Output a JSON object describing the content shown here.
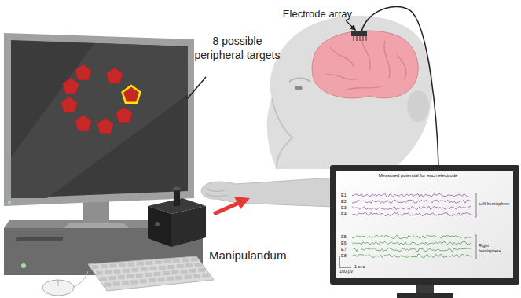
{
  "diagram": {
    "labels": [
      "8 possible peripheral targets",
      "Electrode array",
      "Manipulandum",
      "Measured potential for each electrode",
      "E1",
      "E2",
      "E3",
      "E4",
      "E5",
      "E6",
      "E7",
      "E8",
      "Left hemisphere",
      "Right hemisphere",
      "100 µV",
      "1 sec"
    ]
  }
}
